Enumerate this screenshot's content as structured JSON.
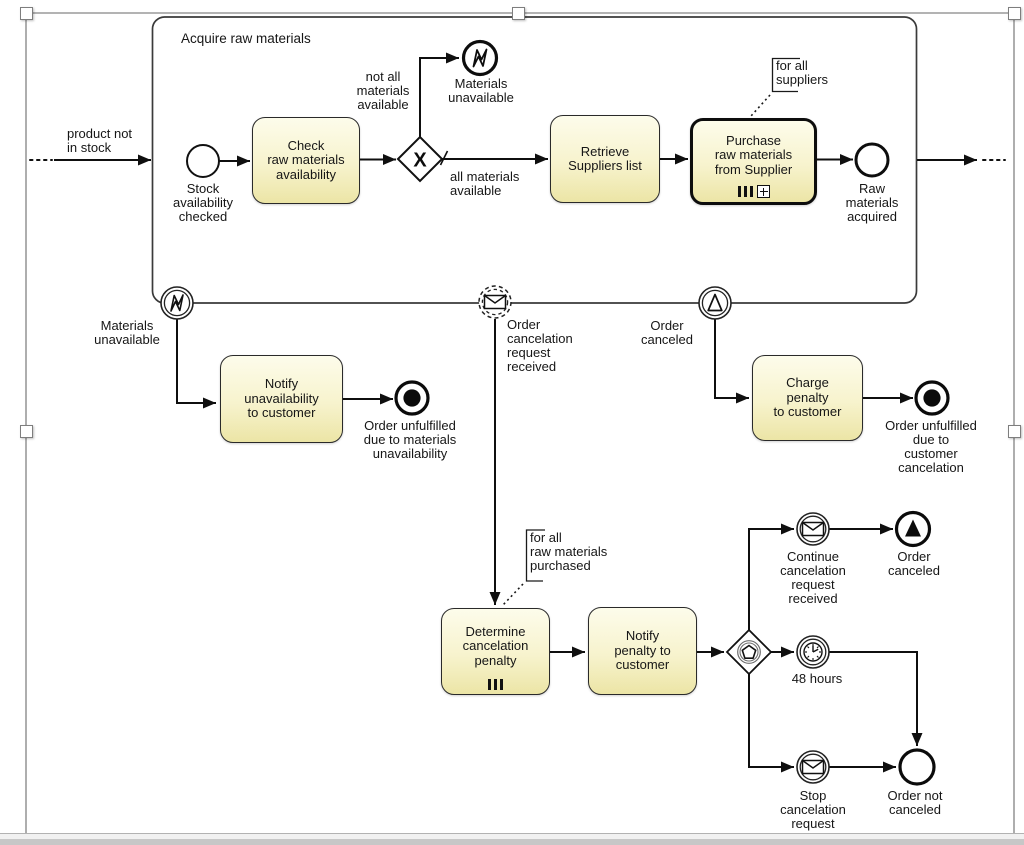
{
  "colors": {
    "task_fill_top": "#fdfceb",
    "task_fill_bottom": "#ece5a6",
    "task_border": "#2a2a2a",
    "flow_stroke": "#0f0f0f",
    "selection_line": "#9a9a9a",
    "scrollbar_track": "#c7c7c7"
  },
  "subprocess": {
    "title": "Acquire raw materials"
  },
  "tasks": {
    "check": "Check\nraw materials\navailability",
    "retrieve": "Retrieve\nSuppliers list",
    "purchase": "Purchase\nraw materials\nfrom Supplier",
    "notify_unavailability": "Notify\nunavailability\nto customer",
    "charge_penalty": "Charge\npenalty\nto customer",
    "determine_penalty": "Determine\ncancelation\npenalty",
    "notify_penalty": "Notify\npenalty to\ncustomer"
  },
  "events": {
    "stock_checked": "Stock\navailability\nchecked",
    "materials_unavailable_end": "Materials\nunavailable",
    "raw_materials_acquired": "Raw\nmaterials\nacquired",
    "boundary_materials_unavailable": "Materials\nunavailable",
    "boundary_order_cancelation": "Order\ncancelation\nrequest\nreceived",
    "boundary_order_canceled": "Order\ncanceled",
    "order_unfulfilled_materials": "Order unfulfilled\ndue to materials\nunavailability",
    "order_unfulfilled_customer": "Order unfulfilled\ndue to customer\ncancelation",
    "continue_cancelation": "Continue\ncancelation\nrequest\nreceived",
    "order_canceled_end": "Order\ncanceled",
    "timer_48_hours": "48 hours",
    "stop_cancelation": "Stop\ncancelation\nrequest",
    "order_not_canceled": "Order not\ncanceled"
  },
  "gateways": {
    "xor_symbol": "X"
  },
  "edge_labels": {
    "product_not_in_stock": "product not\nin stock",
    "not_all_materials": "not all\nmaterials\navailable",
    "all_materials": "all materials\navailable"
  },
  "annotations": {
    "for_all_suppliers": "for all\nsuppliers",
    "for_all_raw_materials": "for all\nraw materials\npurchased"
  }
}
